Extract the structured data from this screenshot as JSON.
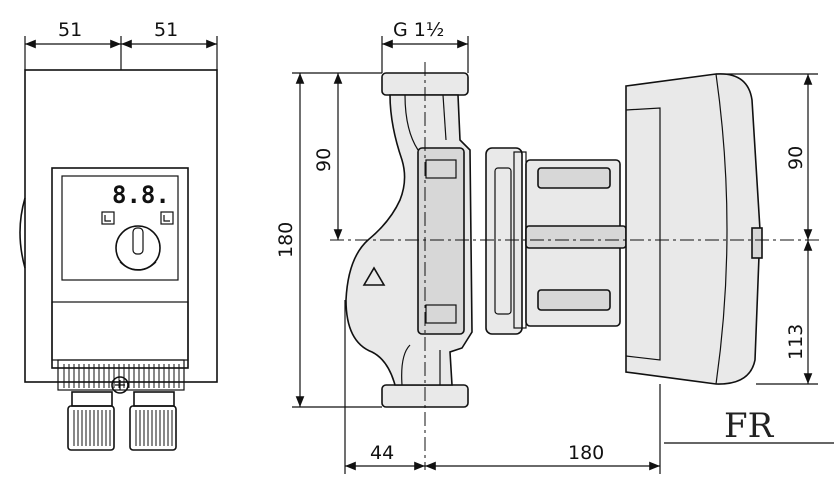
{
  "dimensions": {
    "front_left_width": "51",
    "front_right_width": "51",
    "thread": "G 1½",
    "overall_height": "180",
    "upper_height": "90",
    "motor_upper_height": "90",
    "motor_lower_height": "113",
    "port_offset": "44",
    "depth": "180"
  },
  "display": {
    "readout": "8.8."
  },
  "logo": {
    "text": "FR"
  },
  "colors": {
    "line": "#111111",
    "housing": "#e9e9e9",
    "shade": "#d7d7d7"
  }
}
